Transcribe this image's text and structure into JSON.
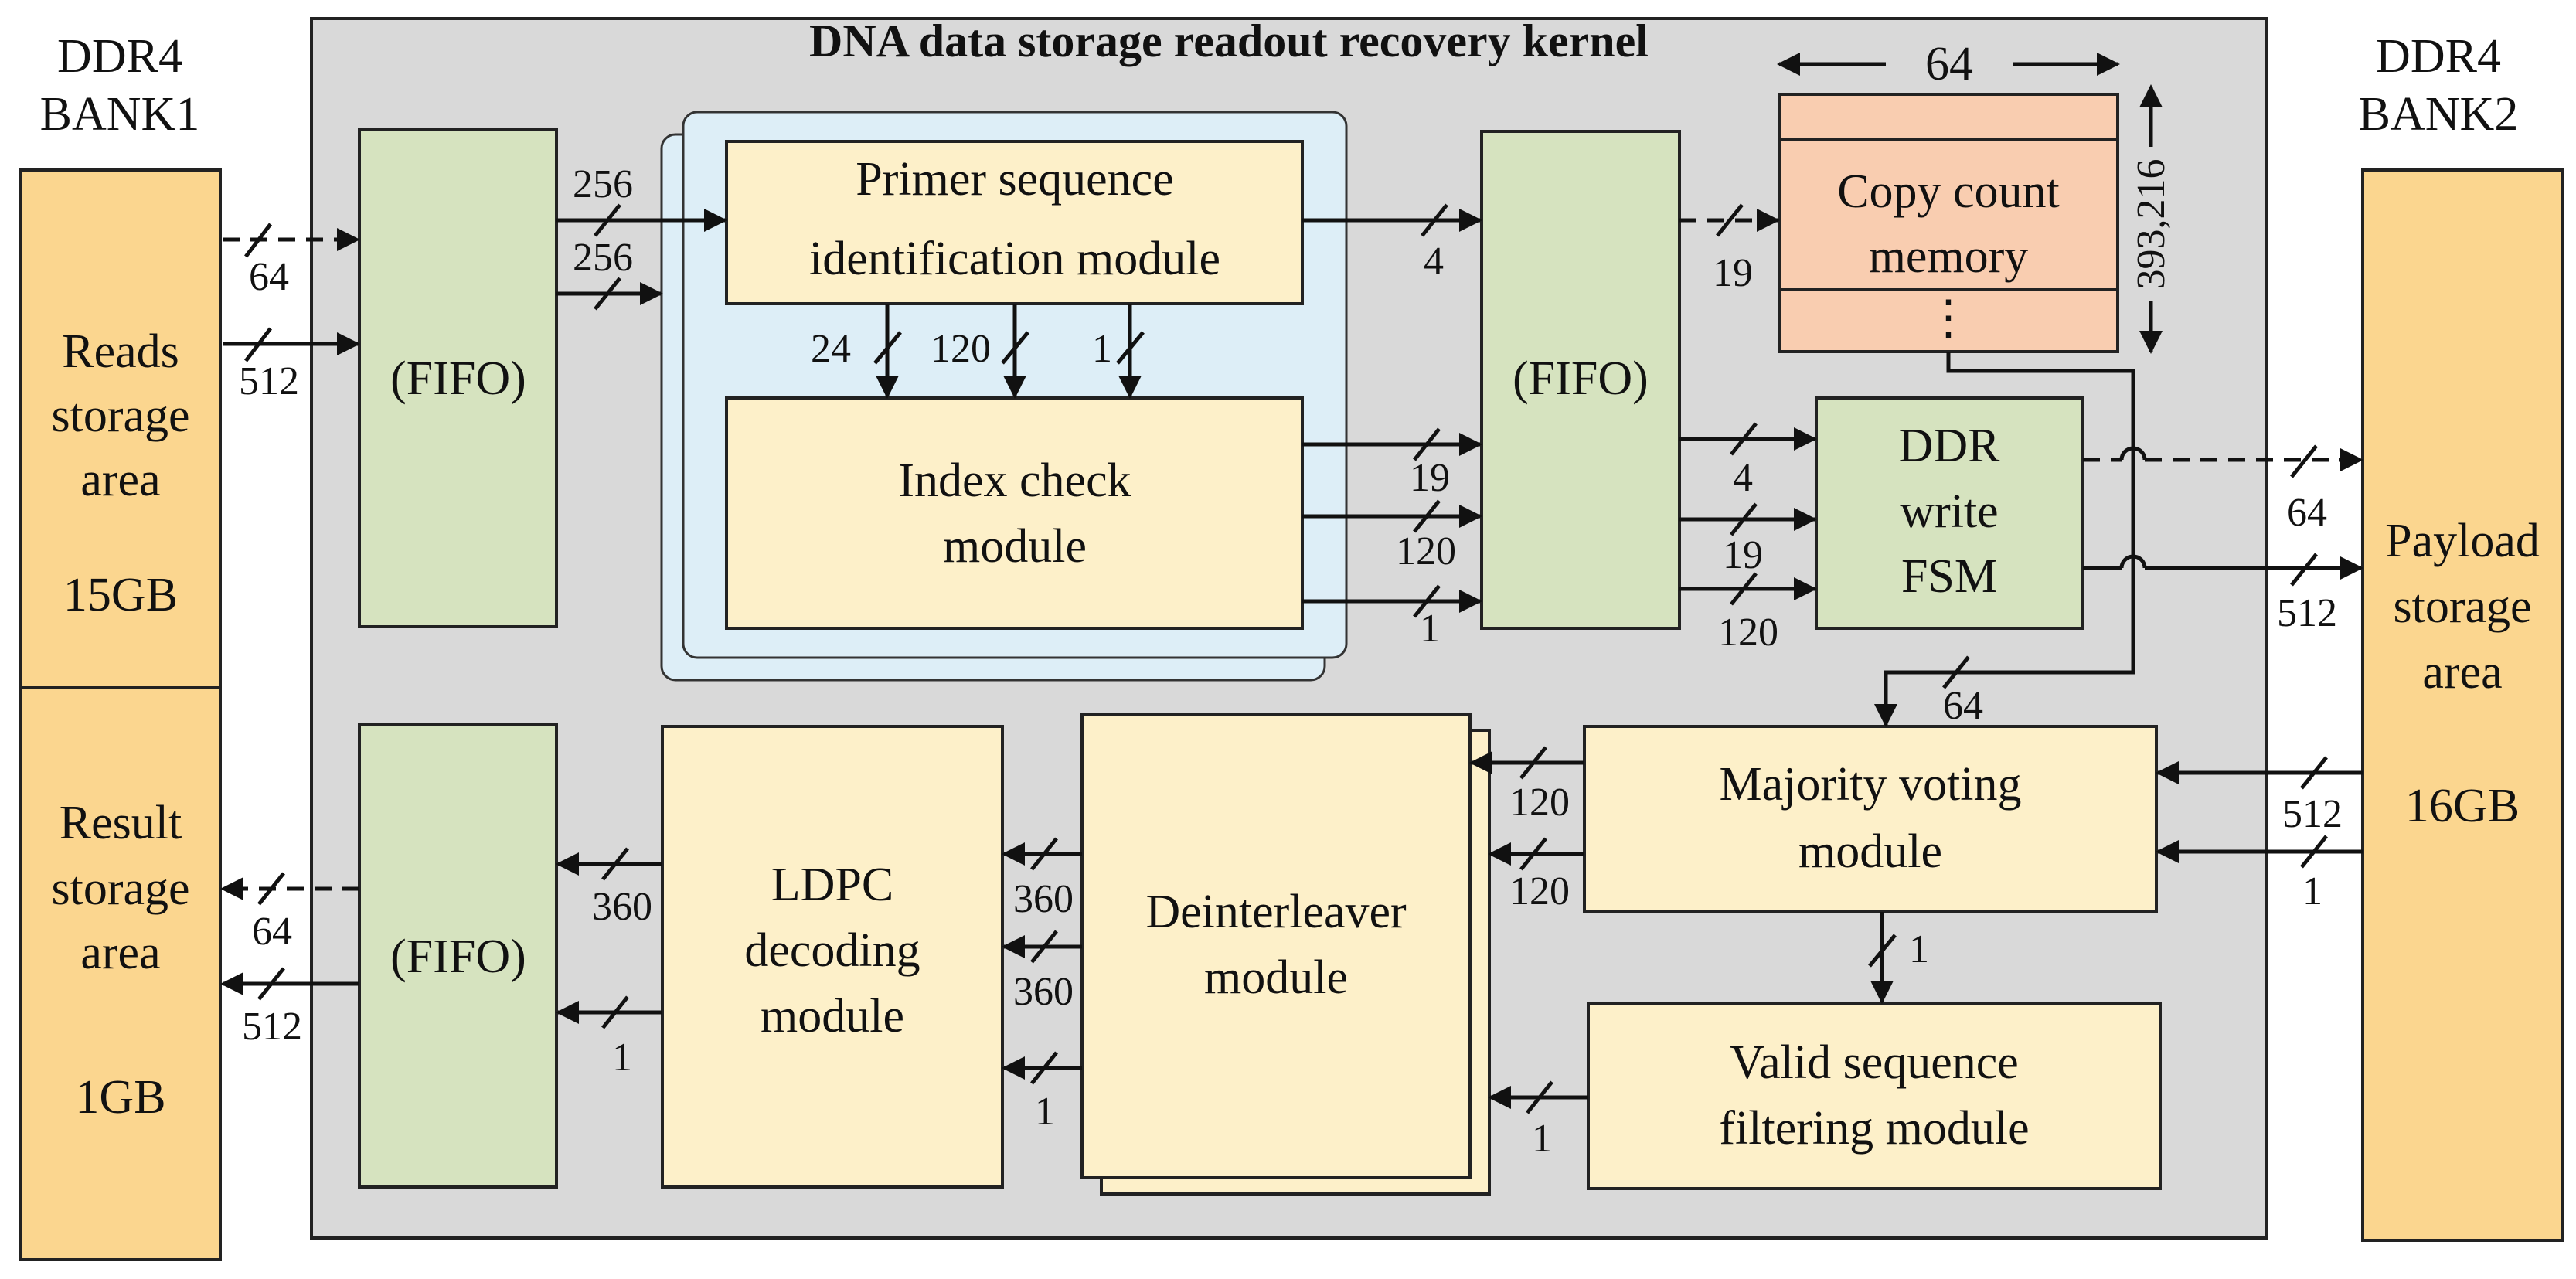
{
  "title": "DNA data storage readout recovery kernel",
  "bank1": {
    "name_line1": "DDR4",
    "name_line2": "BANK1"
  },
  "bank2": {
    "name_line1": "DDR4",
    "name_line2": "BANK2"
  },
  "reads_area": [
    "Reads",
    "storage",
    "area",
    "15GB"
  ],
  "result_area": [
    "Result",
    "storage",
    "area",
    "1GB"
  ],
  "payload_area": [
    "Payload",
    "storage",
    "area",
    "16GB"
  ],
  "fifo_label": "(FIFO)",
  "primer_module": [
    "Primer sequence",
    "identification module"
  ],
  "index_module": [
    "Index check",
    "module"
  ],
  "copy_count": {
    "lines": [
      "Copy count",
      "memory"
    ],
    "ellipsis": "⋮",
    "width_label": "64",
    "depth_label": "393,216"
  },
  "ddr_fsm": [
    "DDR",
    "write",
    "FSM"
  ],
  "majority_module": [
    "Majority voting",
    "module"
  ],
  "valid_module": [
    "Valid sequence",
    "filtering module"
  ],
  "deinterleaver_module": [
    "Deinterleaver",
    "module"
  ],
  "ldpc_module": [
    "LDPC",
    "decoding",
    "module"
  ],
  "widths": {
    "w_bank1_in_dash": "64",
    "w_bank1_in": "512",
    "w_primer_in_a": "256",
    "w_primer_in_b": "256",
    "w_primer_to_index_a": "24",
    "w_primer_to_index_b": "120",
    "w_primer_to_index_c": "1",
    "w_primer_to_fifo": "4",
    "w_index_to_fifo_a": "19",
    "w_index_to_fifo_b": "120",
    "w_index_to_fifo_c": "1",
    "w_fifo_to_mem": "19",
    "w_fifo_to_fsm_a": "4",
    "w_fifo_to_fsm_b": "19",
    "w_fifo_to_fsm_c": "120",
    "w_fsm_to_bank2_dash": "64",
    "w_fsm_to_bank2": "512",
    "w_mem_to_majority": "64",
    "w_bank2_to_majority_a": "512",
    "w_bank2_to_majority_b": "1",
    "w_majority_to_deint_a": "120",
    "w_majority_to_deint_b": "120",
    "w_majority_to_valid": "1",
    "w_valid_to_deint": "1",
    "w_deint_to_ldpc_a": "360",
    "w_deint_to_ldpc_b": "360",
    "w_deint_to_ldpc_c": "1",
    "w_ldpc_to_fifo_a": "360",
    "w_ldpc_to_fifo_b": "1",
    "w_fifo_to_bank1_dash": "64",
    "w_fifo_to_bank1": "512"
  },
  "colors": {
    "kernel_bg": "#d9d9d9",
    "storage": "#fbd68f",
    "fifo": "#d6e3bf",
    "module": "#fdf0c9",
    "shadow": "#ddeef7",
    "memory": "#f9cdb0"
  }
}
